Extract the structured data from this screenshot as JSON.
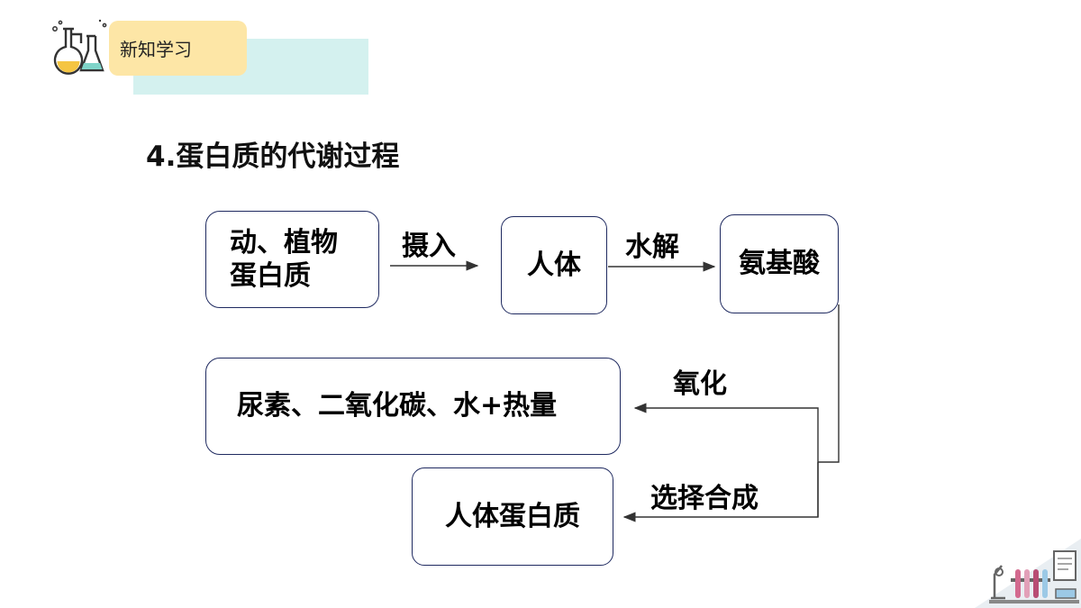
{
  "header": {
    "tag_label": "新知学习"
  },
  "title": "4.蛋白质的代谢过程",
  "diagram": {
    "nodes": {
      "proteins": "动、植物\n蛋白质",
      "body": "人体",
      "amino_acids": "氨基酸",
      "products": "尿素、二氧化碳、水+热量",
      "human_protein": "人体蛋白质"
    },
    "edges": {
      "ingest": "摄入",
      "hydrolysis": "水解",
      "oxidation": "氧化",
      "synthesis": "选择合成"
    }
  },
  "colors": {
    "box_border": "#1f2a60",
    "header_band": "#d4f1ef",
    "header_tag": "#fde6a6",
    "connector": "#333333"
  },
  "icons": [
    "lab-flask-icon",
    "lab-equipment-icon"
  ]
}
